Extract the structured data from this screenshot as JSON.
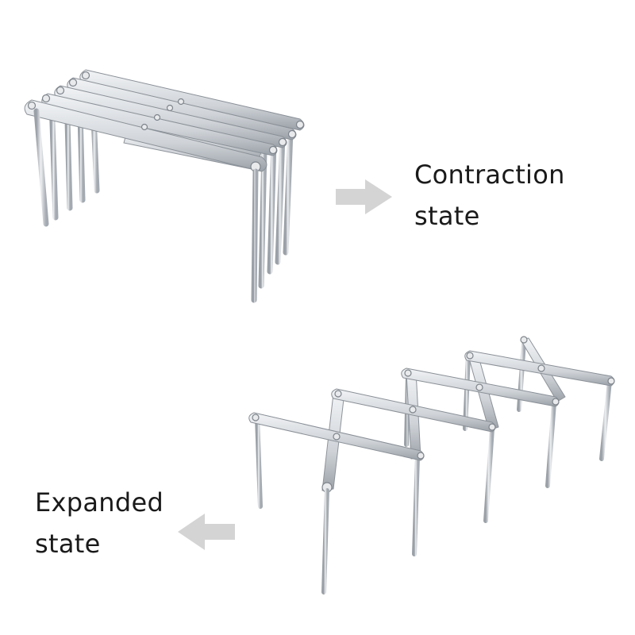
{
  "captions": {
    "contraction": {
      "line1": "Contraction",
      "line2": "state"
    },
    "expanded": {
      "line1": "Expanded",
      "line2": "state"
    }
  },
  "colors": {
    "metal_light": "#eef0f2",
    "metal_mid": "#c6cacf",
    "metal_dark": "#8d939a",
    "arrow": "#d4d4d4",
    "text": "#1a1a1a"
  },
  "icons": {
    "arrow_right": "arrow-right-icon",
    "arrow_left": "arrow-left-icon"
  }
}
